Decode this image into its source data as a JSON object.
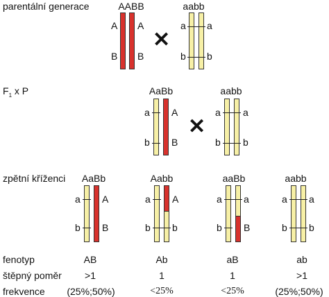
{
  "colors": {
    "red": "#d8322d",
    "yellow": "#f7f0a6"
  },
  "row1": {
    "label": "parentální generace",
    "left_genotype": "AABB",
    "right_genotype": "aabb",
    "cross": "✕",
    "left_alleles": {
      "l_top": "A",
      "r_top": "A",
      "l_bot": "B",
      "r_bot": "B"
    },
    "right_alleles": {
      "top": "a",
      "bot": "b",
      "top2": "a",
      "bot2": "b"
    }
  },
  "row2": {
    "label_main": "F",
    "label_sub": "1",
    "label_rest": " x P",
    "left_genotype": "AaBb",
    "right_genotype": "aabb",
    "cross": "✕",
    "left_alleles": {
      "l_top": "a",
      "r_top": "A",
      "l_bot": "b",
      "r_bot": "B"
    },
    "right_alleles": {
      "top": "a",
      "bot": "b",
      "top2": "a",
      "bot2": "b"
    }
  },
  "row3": {
    "label": "zpětní kříženci",
    "offspring": [
      {
        "genotype": "AaBb",
        "l_top": "a",
        "r_top": "A",
        "l_bot": "b",
        "r_bot": "B"
      },
      {
        "genotype": "Aabb",
        "l_top": "a",
        "r_top": "A",
        "l_bot": "b",
        "r_bot": "b"
      },
      {
        "genotype": "aaBb",
        "l_top": "a",
        "r_top": "a",
        "l_bot": "b",
        "r_bot": "B"
      },
      {
        "genotype": "aabb",
        "l_top": "a",
        "r_top": "a",
        "l_bot": "b",
        "r_bot": "b"
      }
    ]
  },
  "table": {
    "phenotype_label": "fenotyp",
    "ratio_label": "štěpný poměr",
    "frequency_label": "frekvence",
    "phenotypes": [
      "AB",
      "Ab",
      "aB",
      "ab"
    ],
    "ratios": [
      ">1",
      "1",
      "1",
      ">1"
    ],
    "frequencies": [
      "(25%;50%)",
      "<25%",
      "<25%",
      "(25%;50%)"
    ]
  }
}
